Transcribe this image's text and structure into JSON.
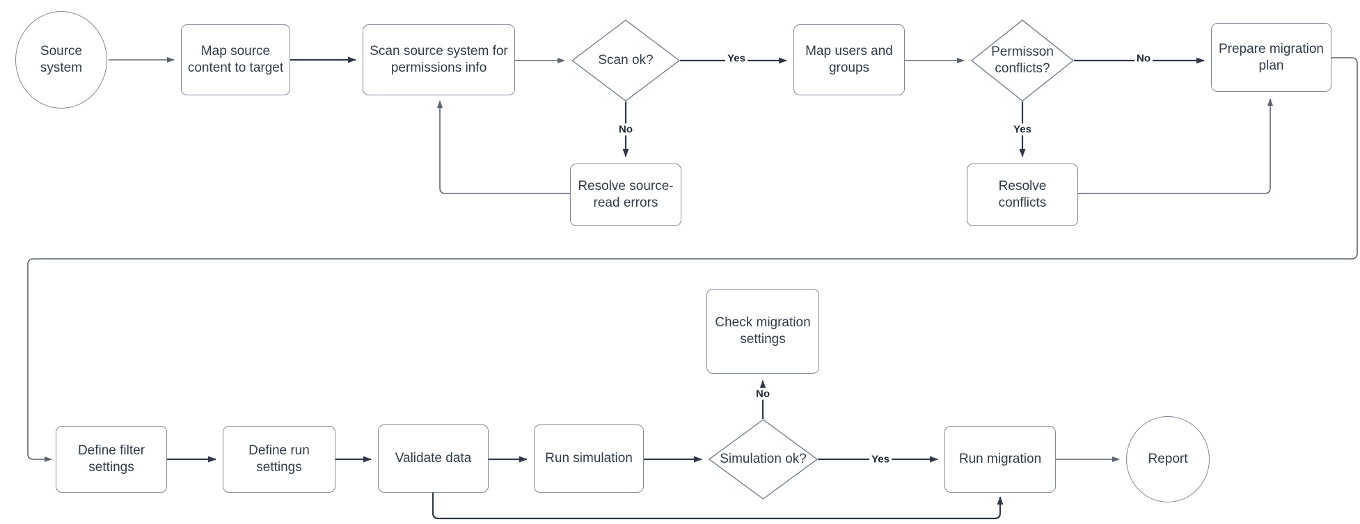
{
  "title": "Migration process flowchart",
  "colors": {
    "edge": "#5c6470",
    "edge-strong": "#2f3847",
    "border": "#7e8897",
    "text": "#303b49",
    "label": "#1f2733",
    "background": "#ffffff",
    "node-fill": "#ffffff"
  },
  "nodes": {
    "source_system": {
      "type": "circle",
      "label": "Source system"
    },
    "map_content": {
      "type": "process",
      "label": "Map source content to target"
    },
    "scan_source": {
      "type": "process",
      "label": "Scan source system for permissions info"
    },
    "scan_ok": {
      "type": "decision",
      "label": "Scan ok?"
    },
    "map_users": {
      "type": "process",
      "label": "Map users and groups"
    },
    "perm_conflicts": {
      "type": "decision",
      "label": "Permisson conflicts?"
    },
    "prepare_plan": {
      "type": "process",
      "label": "Prepare migration plan"
    },
    "resolve_errors": {
      "type": "process",
      "label": "Resolve source-read errors"
    },
    "resolve_conflicts": {
      "type": "process",
      "label": "Resolve conflicts"
    },
    "check_settings": {
      "type": "process",
      "label": "Check migration settings"
    },
    "define_filter": {
      "type": "process",
      "label": "Define filter settings"
    },
    "define_run": {
      "type": "process",
      "label": "Define run settings"
    },
    "validate_data": {
      "type": "process",
      "label": "Validate data"
    },
    "run_simulation": {
      "type": "process",
      "label": "Run simulation"
    },
    "simulation_ok": {
      "type": "decision",
      "label": "Simulation ok?"
    },
    "run_migration": {
      "type": "process",
      "label": "Run migration"
    },
    "report": {
      "type": "circle",
      "label": "Report"
    }
  },
  "edge_labels": {
    "scan_yes": "Yes",
    "scan_no": "No",
    "perm_no": "No",
    "perm_yes": "Yes",
    "sim_yes": "Yes",
    "sim_no": "No"
  }
}
